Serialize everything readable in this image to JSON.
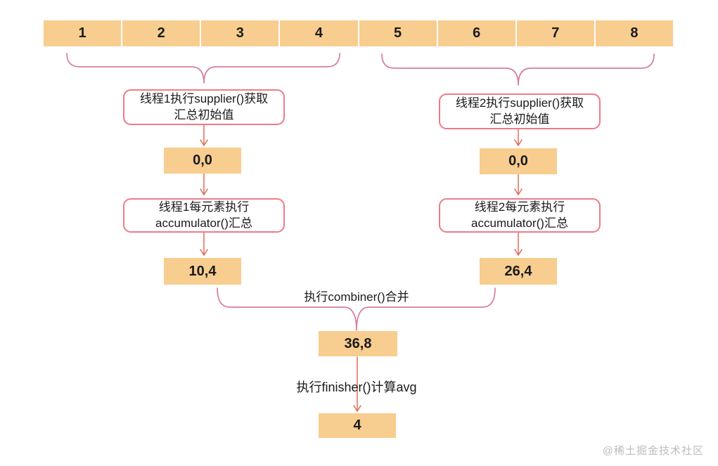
{
  "diagram_title": "parallel-stream-collect-flow",
  "colors": {
    "cell_fill": "#F8CD90",
    "pill_border": "#EE7B87",
    "brace_stroke": "#D67CA4",
    "arrow_stroke": "#E06B5A",
    "text": "#1A1A1A",
    "watermark": "#BCBCBC"
  },
  "array_cells": [
    "1",
    "2",
    "3",
    "4",
    "5",
    "6",
    "7",
    "8"
  ],
  "left_thread": {
    "supplier": "线程1执行supplier()获取\n汇总初始值",
    "seed": "0,0",
    "accumulator": "线程1每元素执行\naccumulator()汇总",
    "result": "10,4"
  },
  "right_thread": {
    "supplier": "线程2执行supplier()获取\n汇总初始值",
    "seed": "0,0",
    "accumulator": "线程2每元素执行\naccumulator()汇总",
    "result": "26,4"
  },
  "combine": {
    "label": "执行combiner()合并",
    "result": "36,8"
  },
  "finish": {
    "label": "执行finisher()计算avg",
    "result": "4"
  },
  "watermark": "@稀土掘金技术社区"
}
